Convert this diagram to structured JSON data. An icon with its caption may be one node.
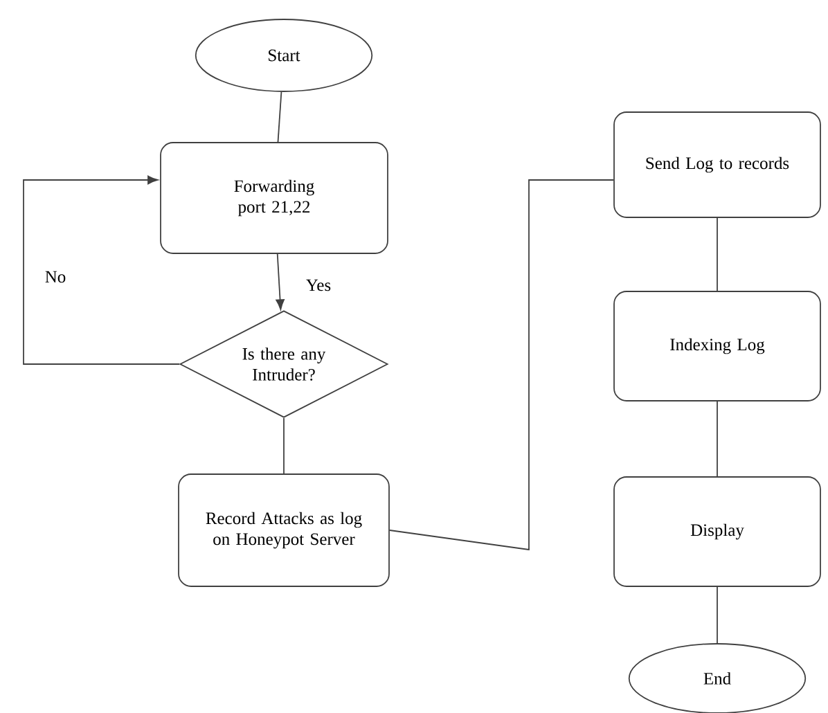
{
  "diagram": {
    "nodes": [
      {
        "text": [
          "Start"
        ]
      },
      {
        "text": [
          "Forwarding port 21,22"
        ]
      },
      {
        "text": [
          "Is there any Intruder?"
        ]
      },
      {
        "text": [
          "Record Attacks as log on Honeypot Server"
        ]
      },
      {
        "text": [
          "Send Log to records"
        ]
      },
      {
        "text": [
          "Indexing Log"
        ]
      },
      {
        "text": [
          "Display"
        ]
      },
      {
        "text": [
          "End"
        ]
      }
    ],
    "edges": [
      {
        "from": 0,
        "to": 1,
        "arrow": "none"
      },
      {
        "from": 1,
        "to": 2,
        "arrow": "to",
        "label": "Yes"
      },
      {
        "from": 2,
        "to": 1,
        "arrow": "to",
        "label": "No"
      },
      {
        "from": 2,
        "to": 3,
        "arrow": "none"
      },
      {
        "from": 3,
        "to": 4,
        "arrow": "none"
      },
      {
        "from": 4,
        "to": 5,
        "arrow": "none"
      },
      {
        "from": 5,
        "to": 6,
        "arrow": "none"
      },
      {
        "from": 6,
        "to": 7,
        "arrow": "none"
      }
    ]
  }
}
